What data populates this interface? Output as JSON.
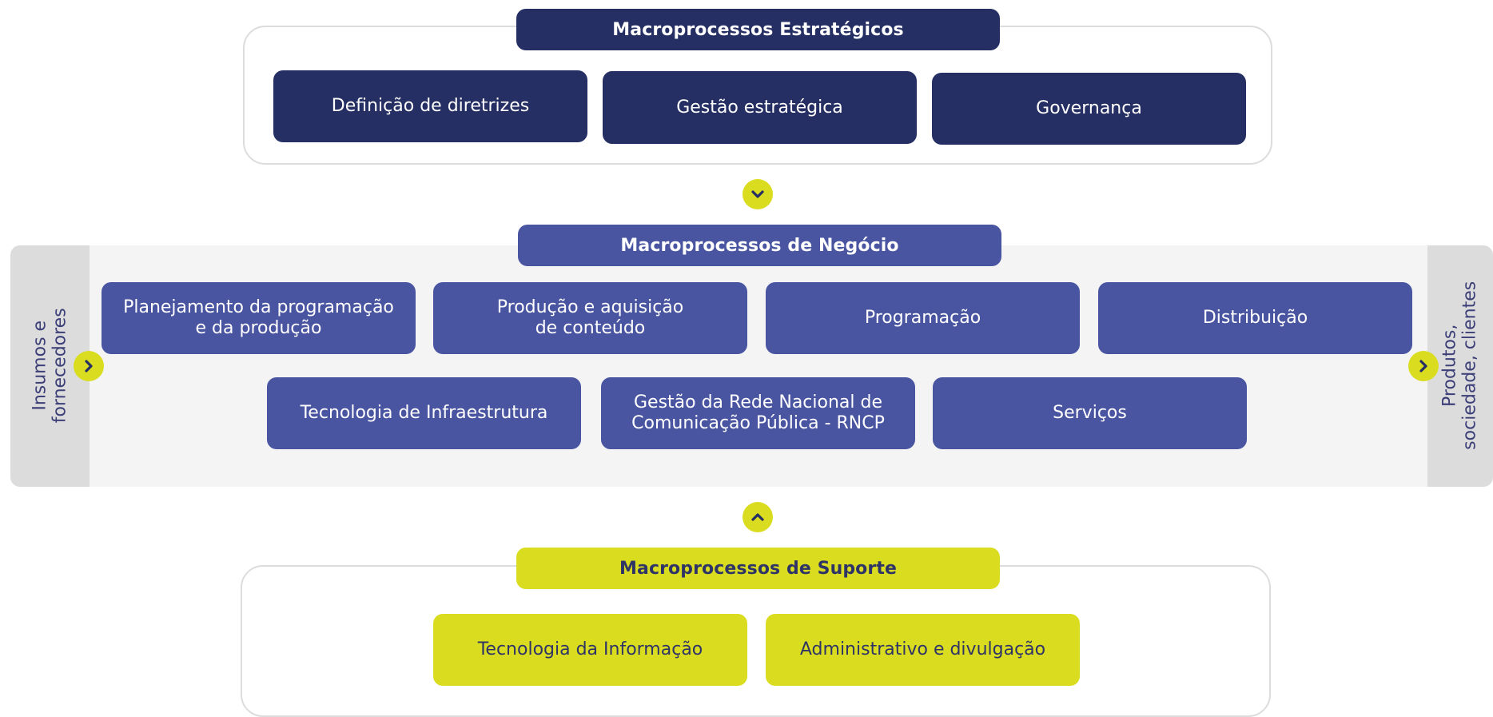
{
  "colors": {
    "strategic": "#252f63",
    "business": "#4a55a2",
    "support": "#dadd1f",
    "support_text": "#2f3466",
    "side_panel": "#dcdcdc",
    "band": "#f4f4f4",
    "chevron_fill": "#dadd1f",
    "chevron_stroke": "#252f63"
  },
  "icons": {
    "arrow_down": "chevron-down-icon",
    "arrow_up": "chevron-up-icon",
    "arrow_right": "chevron-right-icon"
  },
  "strategic": {
    "title": "Macroprocessos Estratégicos",
    "items": [
      "Definição de diretrizes",
      "Gestão estratégica",
      "Governança"
    ]
  },
  "business": {
    "title": "Macroprocessos de Negócio",
    "row1": [
      "Planejamento da programação\ne da produção",
      "Produção e aquisição\nde conteúdo",
      "Programação",
      "Distribuição"
    ],
    "row2": [
      "Tecnologia de Infraestrutura",
      "Gestão da Rede Nacional de\nComunicação Pública - RNCP",
      "Serviços"
    ]
  },
  "support": {
    "title": "Macroprocessos de Suporte",
    "items": [
      "Tecnologia da Informação",
      "Administrativo e divulgação"
    ]
  },
  "sides": {
    "left": "Insumos e\nfornecedores",
    "right": "Produtos,\nsociedade, clientes"
  }
}
